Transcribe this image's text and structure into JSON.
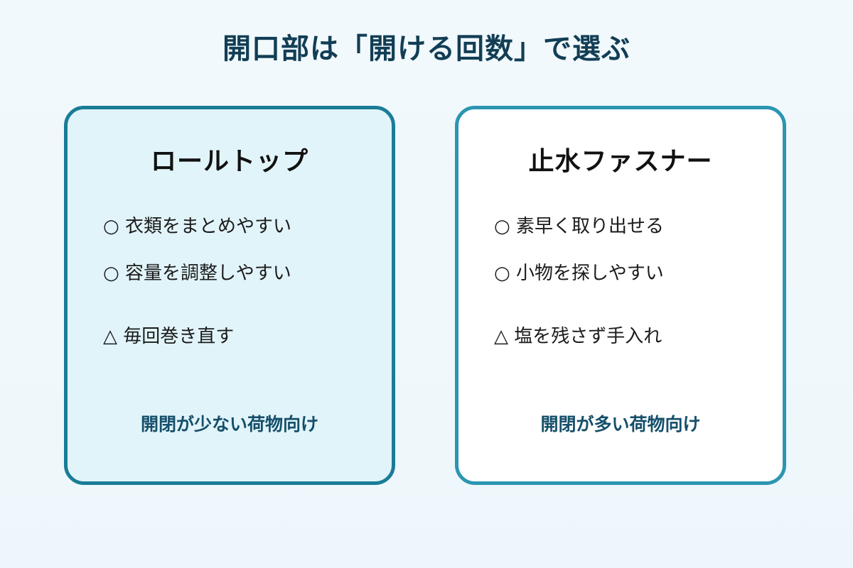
{
  "page": {
    "title": "開口部は「開ける回数」で選ぶ"
  },
  "cards": [
    {
      "title": "ロールトップ",
      "points": [
        "○ 衣類をまとめやすい",
        "○ 容量を調整しやすい",
        "△ 毎回巻き直す"
      ],
      "footer": "開閉が少ない荷物向け"
    },
    {
      "title": "止水ファスナー",
      "points": [
        "○ 素早く取り出せる",
        "○ 小物を探しやすい",
        "△ 塩を残さず手入れ"
      ],
      "footer": "開閉が多い荷物向け"
    }
  ],
  "colors": {
    "title": "#123e55",
    "left_card_border": "#1a7d97",
    "left_card_fill": "#e1f4fa",
    "right_card_border": "#2b96b1",
    "right_card_fill": "#ffffff",
    "footer_text": "#154f6a"
  }
}
